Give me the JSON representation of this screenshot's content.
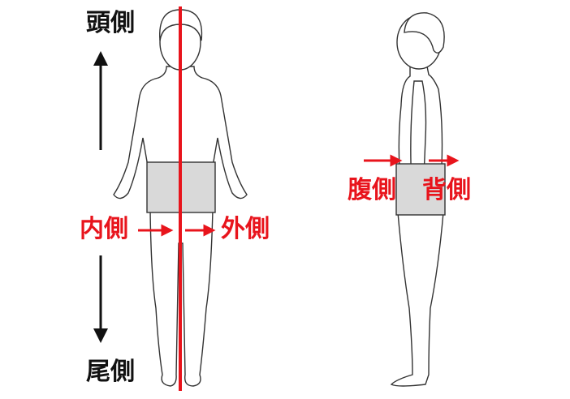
{
  "labels": {
    "cranial": "頭側",
    "caudal": "尾側",
    "medial": "内側",
    "lateral": "外側",
    "ventral": "腹側",
    "dorsal": "背側"
  },
  "colors": {
    "accent": "#e8141c",
    "text": "#111111",
    "shorts": "#d9d9d9",
    "outline": "#333333"
  }
}
